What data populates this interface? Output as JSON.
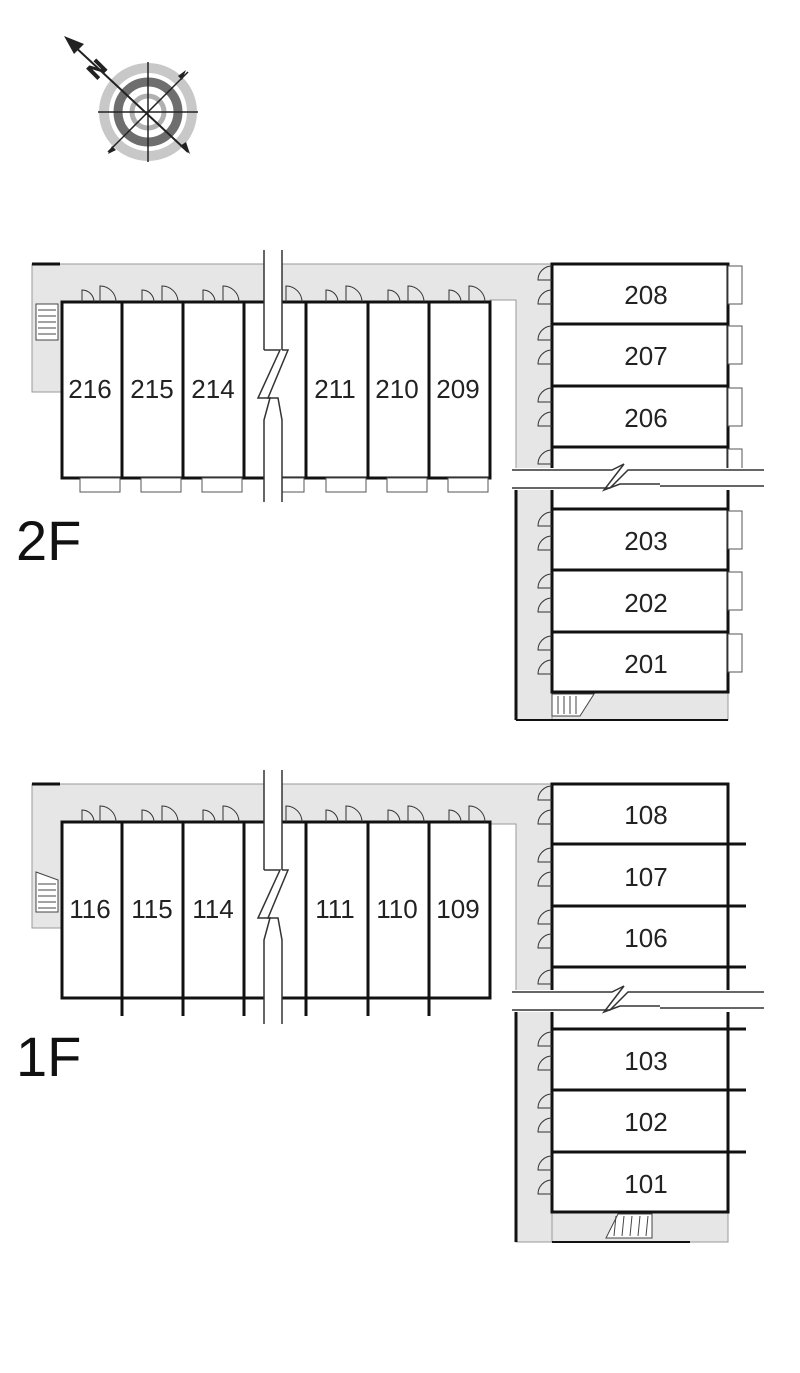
{
  "compass": {
    "north_label": "N",
    "icon": "compass-rose-icon"
  },
  "floors": [
    {
      "id": "2f",
      "label": "2F",
      "left_wing_units": [
        "216",
        "215",
        "214",
        "211",
        "210",
        "209"
      ],
      "right_wing_units_top": [
        "208",
        "207",
        "206"
      ],
      "right_wing_units_bottom": [
        "203",
        "202",
        "201"
      ]
    },
    {
      "id": "1f",
      "label": "1F",
      "left_wing_units": [
        "116",
        "115",
        "114",
        "111",
        "110",
        "109"
      ],
      "right_wing_units_top": [
        "108",
        "107",
        "106"
      ],
      "right_wing_units_bottom": [
        "103",
        "102",
        "101"
      ]
    }
  ],
  "colors": {
    "corridor": "#e6e6e6",
    "wall": "#111111",
    "compass_ring": "#7a7a7a"
  }
}
